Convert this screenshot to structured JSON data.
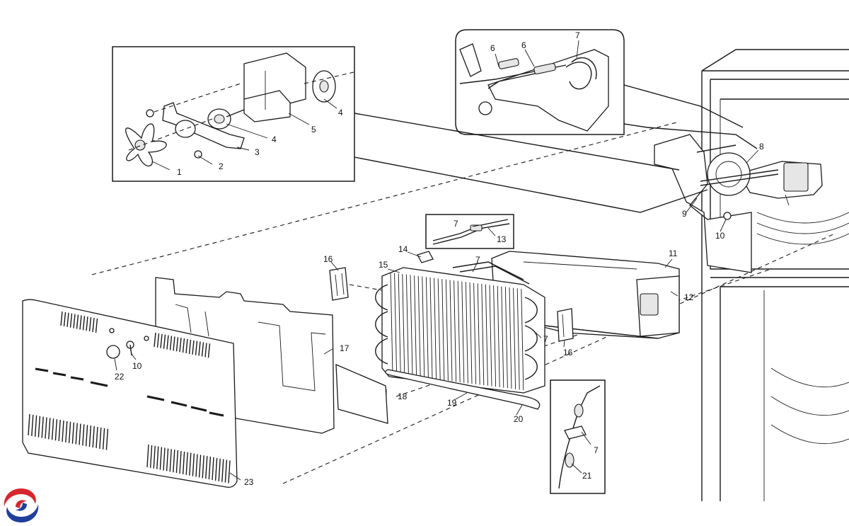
{
  "diagram": {
    "callouts": [
      {
        "id": "c1",
        "label": "1"
      },
      {
        "id": "c2",
        "label": "2"
      },
      {
        "id": "c3",
        "label": "3"
      },
      {
        "id": "c4a",
        "label": "4"
      },
      {
        "id": "c4b",
        "label": "4"
      },
      {
        "id": "c5",
        "label": "5"
      },
      {
        "id": "c6a",
        "label": "6"
      },
      {
        "id": "c6b",
        "label": "6"
      },
      {
        "id": "c7a",
        "label": "7"
      },
      {
        "id": "c7b",
        "label": "7"
      },
      {
        "id": "c7c",
        "label": "7"
      },
      {
        "id": "c7d",
        "label": "7"
      },
      {
        "id": "c7e",
        "label": "7"
      },
      {
        "id": "c8",
        "label": "8"
      },
      {
        "id": "c9",
        "label": "9"
      },
      {
        "id": "c10a",
        "label": "10"
      },
      {
        "id": "c10b",
        "label": "10"
      },
      {
        "id": "c11",
        "label": "11"
      },
      {
        "id": "c12",
        "label": "12"
      },
      {
        "id": "c13",
        "label": "13"
      },
      {
        "id": "c14",
        "label": "14"
      },
      {
        "id": "c15",
        "label": "15"
      },
      {
        "id": "c16a",
        "label": "16"
      },
      {
        "id": "c16b",
        "label": "16"
      },
      {
        "id": "c17",
        "label": "17"
      },
      {
        "id": "c18",
        "label": "18"
      },
      {
        "id": "c19",
        "label": "19"
      },
      {
        "id": "c20",
        "label": "20"
      },
      {
        "id": "c21",
        "label": "21"
      },
      {
        "id": "c22",
        "label": "22"
      },
      {
        "id": "c23",
        "label": "23"
      }
    ]
  },
  "logo": {
    "icon": "brand-swirl-logo-icon",
    "colors": {
      "red": "#d7262e",
      "blue": "#1f3f9a"
    }
  }
}
